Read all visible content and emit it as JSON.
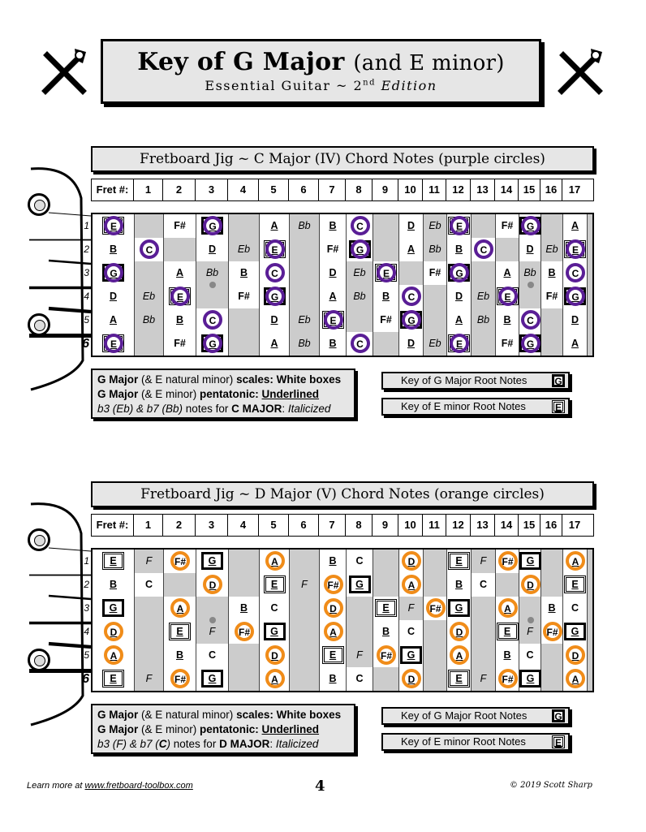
{
  "title": {
    "main": "Key of G Major",
    "paren": "(and E minor)",
    "subtitle": "Essential Guitar ~ 2",
    "subtitle_sup": "nd",
    "subtitle_end": " Edition"
  },
  "frets": [
    "Fret #:",
    "1",
    "2",
    "3",
    "4",
    "5",
    "6",
    "7",
    "8",
    "9",
    "10",
    "11",
    "12",
    "13",
    "14",
    "15",
    "16",
    "17"
  ],
  "string_numbers": [
    "1",
    "2",
    "3",
    "4",
    "5",
    "6"
  ],
  "charts": [
    {
      "title": "Fretboard Jig ~ C Major (IV) Chord Notes (purple circles)",
      "circle_color": "#5a1e96",
      "rows": [
        [
          "E",
          "",
          "F#",
          "G",
          "",
          "A",
          "Bb",
          "B",
          "C",
          "",
          "D",
          "Eb",
          "E",
          "",
          "F#",
          "G",
          "",
          "A"
        ],
        [
          "B",
          "C",
          "",
          "D",
          "Eb",
          "E",
          "",
          "F#",
          "G",
          "",
          "A",
          "Bb",
          "B",
          "C",
          "",
          "D",
          "Eb",
          "E"
        ],
        [
          "G",
          "",
          "A",
          "Bb",
          "B",
          "C",
          "",
          "D",
          "Eb",
          "E",
          "",
          "F#",
          "G",
          "",
          "A",
          "Bb",
          "B",
          "C"
        ],
        [
          "D",
          "Eb",
          "E",
          "",
          "F#",
          "G",
          "",
          "A",
          "Bb",
          "B",
          "C",
          "",
          "D",
          "Eb",
          "E",
          "",
          "F#",
          "G"
        ],
        [
          "A",
          "Bb",
          "B",
          "C",
          "",
          "D",
          "Eb",
          "E",
          "",
          "F#",
          "G",
          "",
          "A",
          "Bb",
          "B",
          "C",
          "",
          "D"
        ],
        [
          "E",
          "",
          "F#",
          "G",
          "",
          "A",
          "Bb",
          "B",
          "C",
          "",
          "D",
          "Eb",
          "E",
          "",
          "F#",
          "G",
          "",
          "A"
        ]
      ],
      "circled": [
        "C",
        "E",
        "G"
      ],
      "italic": [
        "Eb",
        "Bb"
      ],
      "legend": {
        "l1a": "G Major",
        "l1b": " (& E natural minor) ",
        "l1c": "scales:  White boxes",
        "l2a": "G Major",
        "l2b": " (& E minor) ",
        "l2c": "pentatonic:  ",
        "l2d": "Underlined",
        "l3a": "b3 (Eb) & b7 (Bb)",
        "l3b": " notes for ",
        "l3c": "C MAJOR",
        "l3d": ":  ",
        "l3e": "Italicized"
      }
    },
    {
      "title": "Fretboard Jig ~ D Major (V) Chord Notes (orange circles)",
      "circle_color": "#f08c19",
      "rows": [
        [
          "E",
          "F",
          "F#",
          "G",
          "",
          "A",
          "",
          "B",
          "C",
          "",
          "D",
          "",
          "E",
          "F",
          "F#",
          "G",
          "",
          "A"
        ],
        [
          "B",
          "C",
          "",
          "D",
          "",
          "E",
          "F",
          "F#",
          "G",
          "",
          "A",
          "",
          "B",
          "C",
          "",
          "D",
          "",
          "E"
        ],
        [
          "G",
          "",
          "A",
          "",
          "B",
          "C",
          "",
          "D",
          "",
          "E",
          "F",
          "F#",
          "G",
          "",
          "A",
          "",
          "B",
          "C"
        ],
        [
          "D",
          "",
          "E",
          "F",
          "F#",
          "G",
          "",
          "A",
          "",
          "B",
          "C",
          "",
          "D",
          "",
          "E",
          "F",
          "F#",
          "G"
        ],
        [
          "A",
          "",
          "B",
          "C",
          "",
          "D",
          "",
          "E",
          "F",
          "F#",
          "G",
          "",
          "A",
          "",
          "B",
          "C",
          "",
          "D"
        ],
        [
          "E",
          "F",
          "F#",
          "G",
          "",
          "A",
          "",
          "B",
          "C",
          "",
          "D",
          "",
          "E",
          "F",
          "F#",
          "G",
          "",
          "A"
        ]
      ],
      "circled": [
        "D",
        "F#",
        "A"
      ],
      "italic": [
        "F"
      ],
      "legend": {
        "l1a": "G Major",
        "l1b": " (& E natural minor) ",
        "l1c": "scales:  White boxes",
        "l2a": "G Major",
        "l2b": " (& E minor) ",
        "l2c": "pentatonic:  ",
        "l2d": "Underlined",
        "l3a": "b3 (F) & b7 (",
        "l3a2": "C",
        "l3a3": ")",
        "l3b": " notes for ",
        "l3c": "D MAJOR",
        "l3d": ":  ",
        "l3e": "Italicized"
      }
    }
  ],
  "root_keys": {
    "g_label": "Key of G Major Root Notes",
    "g_sample": "G",
    "e_label": "Key of E minor Root Notes",
    "e_sample": "E"
  },
  "footer": {
    "left_prefix": "Learn more at ",
    "left_link": "www.fretboard-toolbox.com",
    "page": "4",
    "right": "© 2019 Scott Sharp"
  }
}
